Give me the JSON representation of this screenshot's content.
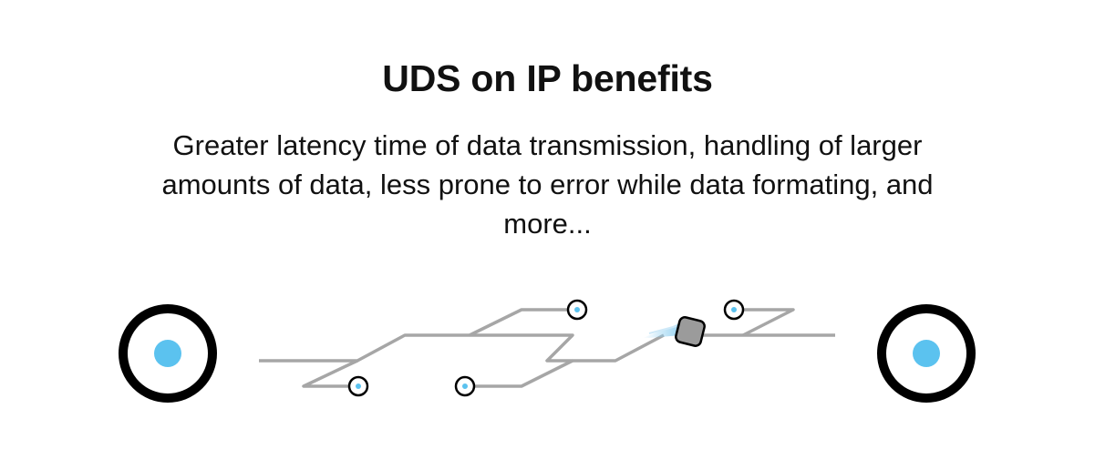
{
  "title": "UDS on IP benefits",
  "subtitle": "Greater latency time of data transmission, handling of larger amounts of data, less prone to error while data formating, and more...",
  "colors": {
    "line": "#a6a6a6",
    "node_dot": "#5bc2ef",
    "ring": "#000000",
    "packet_fill": "#9b9b9b",
    "packet_trail": "#8ecff0"
  },
  "diagram": {
    "endpoints": [
      {
        "name": "left-endpoint",
        "icon": "endpoint-node-icon"
      },
      {
        "name": "right-endpoint",
        "icon": "endpoint-node-icon"
      }
    ],
    "junction_nodes": 4,
    "packet_icon": "data-packet-icon"
  }
}
